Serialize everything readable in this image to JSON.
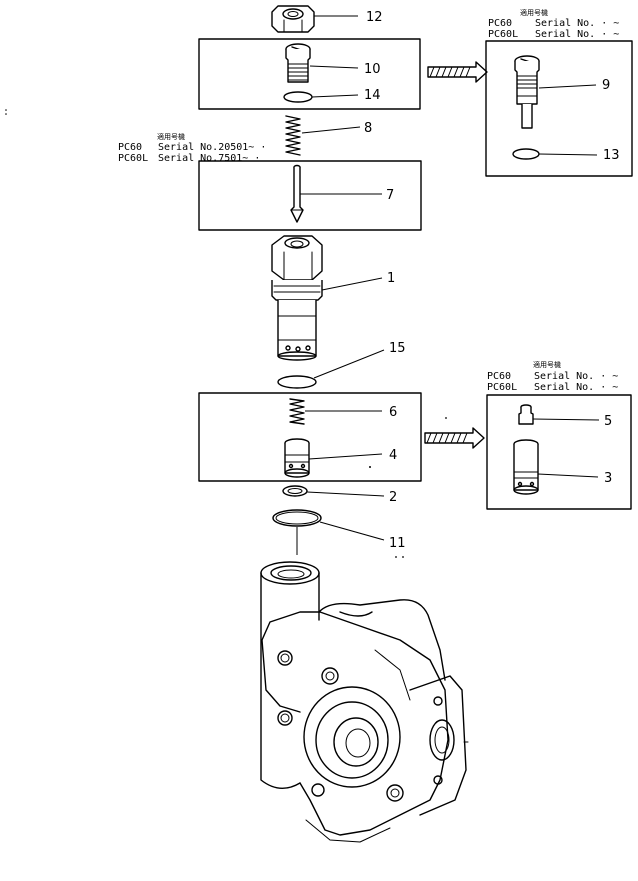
{
  "callouts": {
    "n1": "1",
    "n2": "2",
    "n3": "3",
    "n4": "4",
    "n5": "5",
    "n6": "6",
    "n7": "7",
    "n8": "8",
    "n9": "9",
    "n10": "10",
    "n11": "11",
    "n12": "12",
    "n13": "13",
    "n14": "14",
    "n15": "15"
  },
  "notes": {
    "top_right": {
      "header": "適用号機",
      "line1_model": "PC60",
      "line1_serial": "Serial No. · ~",
      "line2_model": "PC60L",
      "line2_serial": "Serial No. · ~"
    },
    "left_mid": {
      "header": "適用号機",
      "line1_model": "PC60",
      "line1_serial": "Serial No.20501~ ·",
      "line2_model": "PC60L",
      "line2_serial": "Serial No.7501~ ·"
    },
    "right_mid": {
      "header": "適用号機",
      "line1_model": "PC60",
      "line1_serial": "Serial No. · ~",
      "line2_model": "PC60L",
      "line2_serial": "Serial No. · ~"
    }
  },
  "colors": {
    "ink": "#000000",
    "background": "#ffffff"
  }
}
